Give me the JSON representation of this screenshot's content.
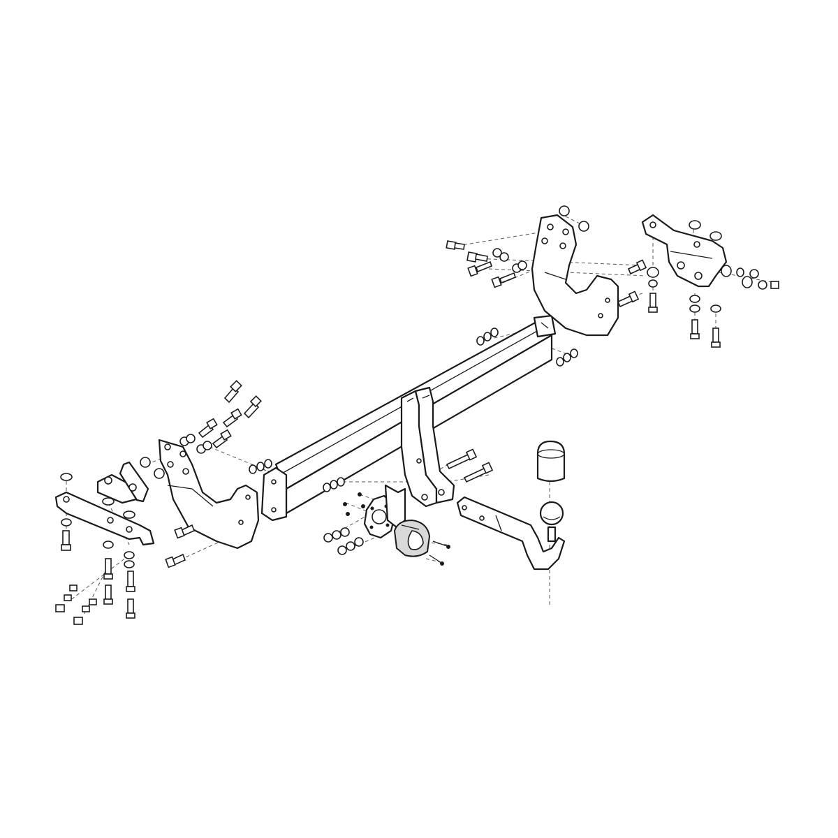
{
  "diagram": {
    "type": "exploded-assembly-drawing",
    "line_color": "#1a1a1a",
    "background_color": "#ffffff",
    "parts": [
      {
        "id": "crossbar",
        "icon": "tube-icon"
      },
      {
        "id": "left-side-bracket",
        "icon": "bracket-icon"
      },
      {
        "id": "right-side-bracket",
        "icon": "bracket-icon"
      },
      {
        "id": "left-mounting-plate",
        "icon": "plate-icon"
      },
      {
        "id": "right-mounting-plate",
        "icon": "plate-icon"
      },
      {
        "id": "center-drop-bracket",
        "icon": "bracket-icon"
      },
      {
        "id": "tow-ball-neck",
        "icon": "tow-ball-icon"
      },
      {
        "id": "ball-cap",
        "icon": "cap-icon"
      },
      {
        "id": "socket-plate",
        "icon": "socket-plate-icon"
      },
      {
        "id": "electrical-socket",
        "icon": "socket-icon"
      },
      {
        "id": "bolts",
        "icon": "bolt-icon"
      },
      {
        "id": "nuts-and-washers",
        "icon": "washer-icon"
      }
    ]
  }
}
